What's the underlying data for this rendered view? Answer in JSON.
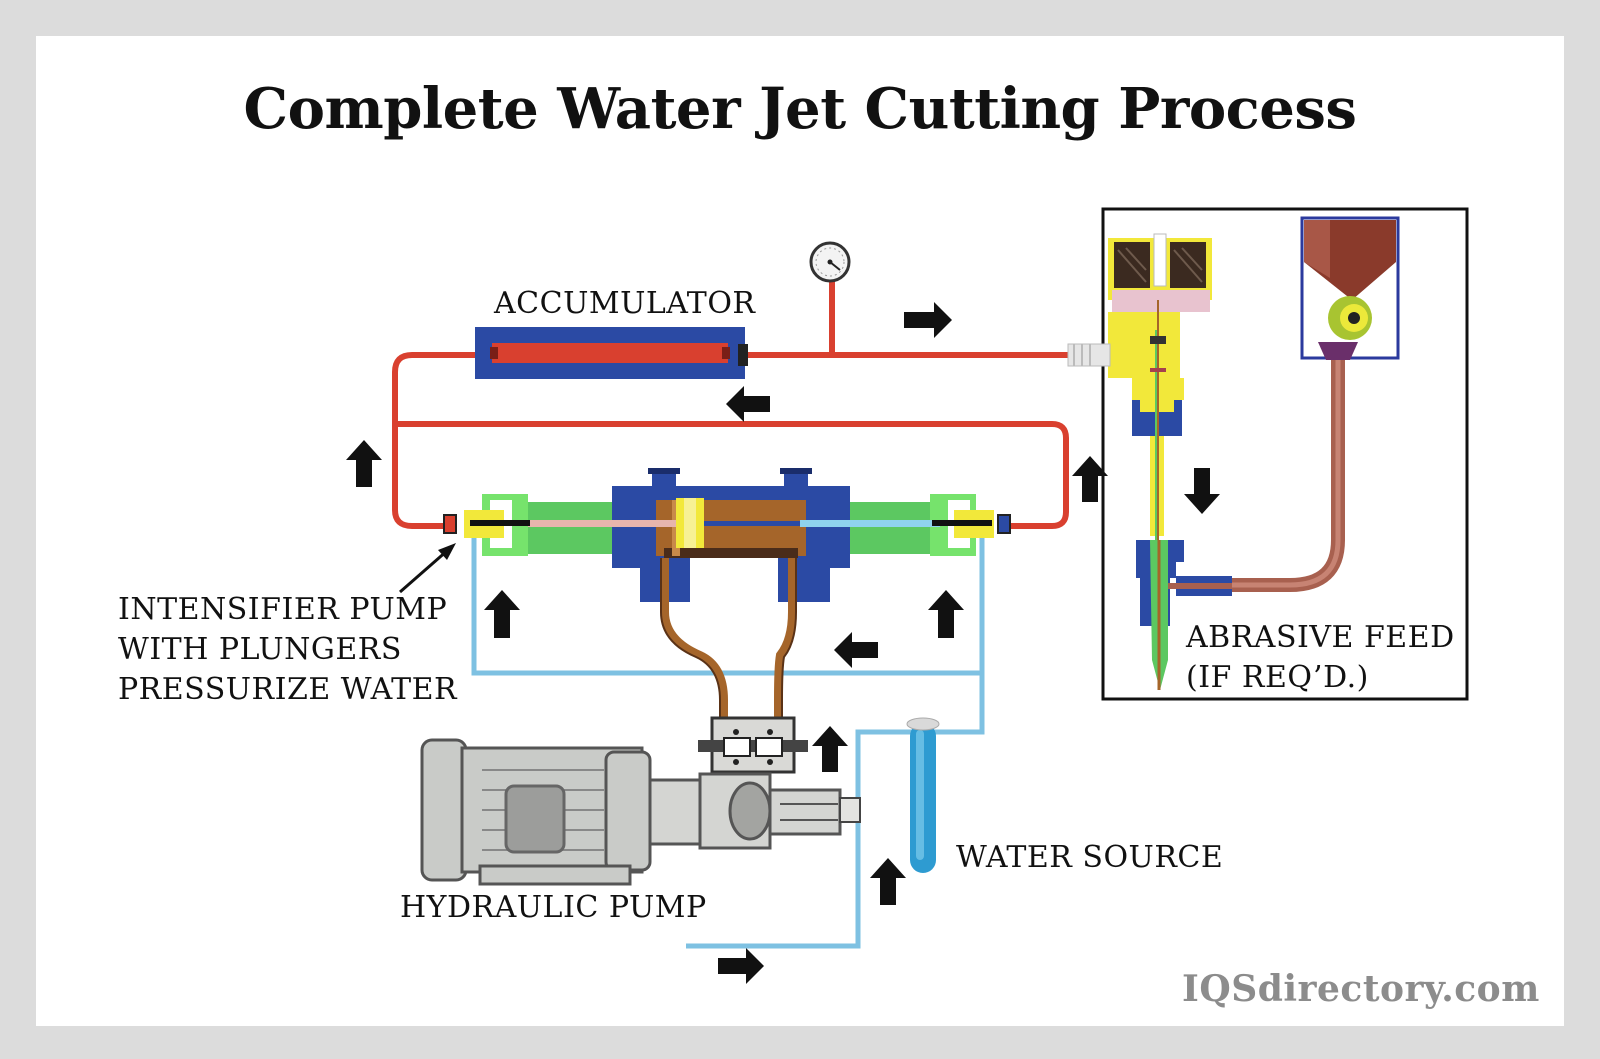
{
  "title": "Complete Water Jet Cutting Process",
  "labels": {
    "accumulator": "ACCUMULATOR",
    "intensifier": [
      "INTENSIFIER PUMP",
      "WITH PLUNGERS",
      "PRESSURIZE WATER"
    ],
    "abrasive": [
      "ABRASIVE FEED",
      "(IF REQ’D.)"
    ],
    "water_source": "WATER SOURCE",
    "hydraulic_pump": "HYDRAULIC PUMP"
  },
  "watermark": "IQSdirectory.com",
  "colors": {
    "high_pressure_line": "#d9402f",
    "low_pressure_line": "#7ec1e2",
    "hydraulic_oil": "#a5652a",
    "housing_blue": "#2b4aa4",
    "cylinder_green": "#5cc861",
    "fitting_yellow": "#f2e83a",
    "motor_gray": "#c9cbc8",
    "arrow": "#111111"
  },
  "icons": [
    "pressure-gauge-icon",
    "flow-arrow-icon"
  ]
}
